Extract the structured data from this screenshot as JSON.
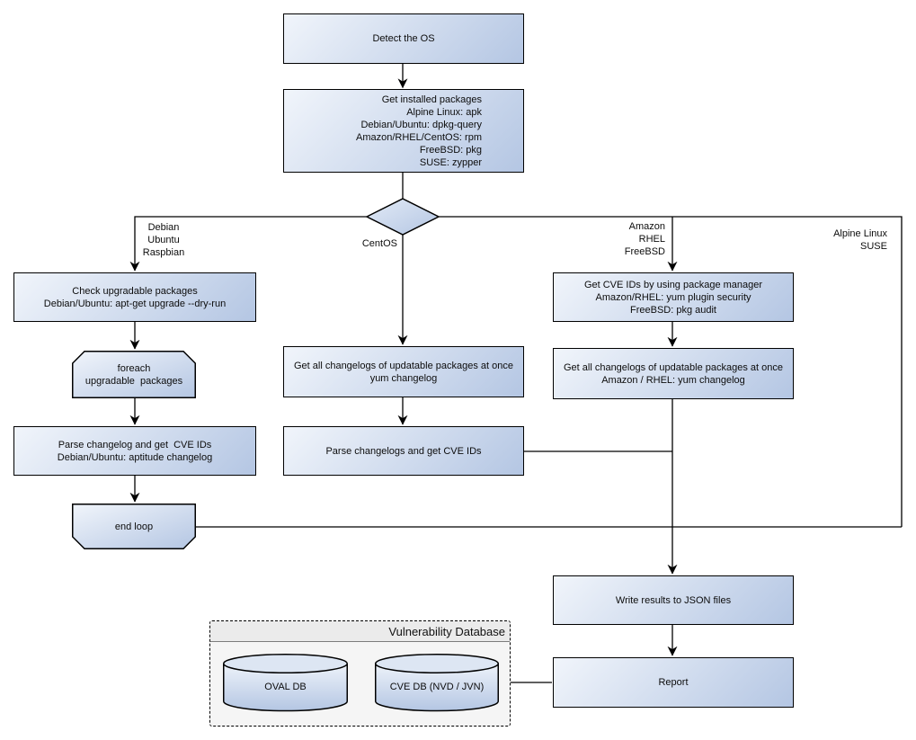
{
  "flowchart": {
    "nodes": {
      "detect_os": "Detect the OS",
      "get_installed_packages": "Get installed packages\nAlpine Linux: apk\nDebian/Ubuntu: dpkg-query\nAmazon/RHEL/CentOS: rpm\nFreeBSD: pkg\nSUSE: zypper",
      "check_upgradable": "Check upgradable packages\nDebian/Ubuntu: apt-get upgrade --dry-run",
      "foreach_loop": "foreach\nupgradable  packages",
      "parse_changelog_debian": "Parse changelog and get  CVE IDs\nDebian/Ubuntu: aptitude changelog",
      "end_loop": "end loop",
      "get_changelogs_centos": "Get all changelogs of updatable packages at once\nyum changelog",
      "parse_changelogs_centos": "Parse changelogs and get CVE IDs",
      "get_cve_ids_pkg_manager": "Get CVE IDs by using package manager\nAmazon/RHEL: yum plugin security\nFreeBSD: pkg audit",
      "get_changelogs_rhel": "Get all changelogs of updatable packages at once\nAmazon / RHEL: yum changelog",
      "write_json": "Write results to JSON files",
      "report": "Report"
    },
    "branch_labels": {
      "debian": "Debian\nUbuntu\nRaspbian",
      "centos": "CentOS",
      "amazon": "Amazon\nRHEL\nFreeBSD",
      "alpine": "Alpine Linux\nSUSE"
    },
    "database": {
      "title": "Vulnerability Database",
      "oval": "OVAL DB",
      "cve": "CVE DB (NVD / JVN)"
    },
    "colors": {
      "node_gradient_start": "#f1f5fb",
      "node_gradient_end": "#b4c6e3",
      "node_border": "#000000",
      "container_bg": "#f5f5f5",
      "container_header_bg": "#ebebeb",
      "line": "#000000"
    }
  }
}
